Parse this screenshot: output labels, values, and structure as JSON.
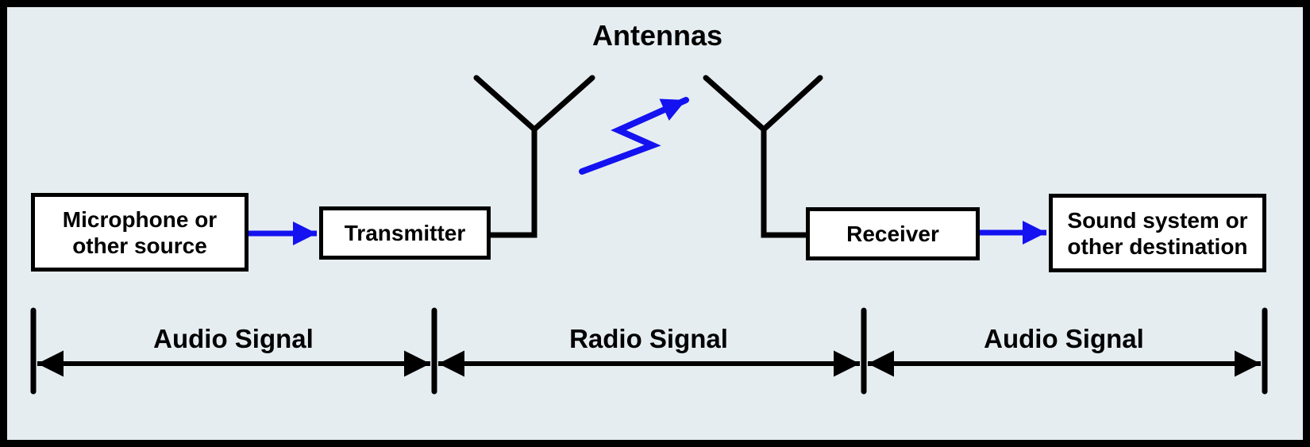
{
  "diagram": {
    "title": "Antennas",
    "boxes": {
      "source": "Microphone or\nother source",
      "transmitter": "Transmitter",
      "receiver": "Receiver",
      "destination": "Sound system or\nother destination"
    },
    "signals": [
      "Audio Signal",
      "Radio Signal",
      "Audio Signal"
    ],
    "colors": {
      "background": "#e6edf0",
      "frame_border": "#000000",
      "box_fill": "#ffffff",
      "box_border": "#000000",
      "flow_arrow_blue": "#1412f0",
      "line_black": "#000000"
    }
  }
}
